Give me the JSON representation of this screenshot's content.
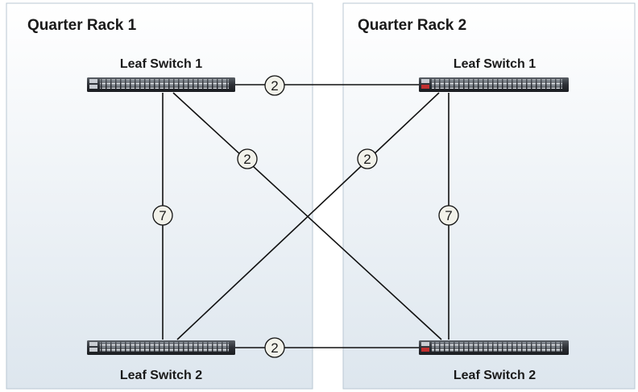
{
  "racks": [
    {
      "title": "Quarter Rack 1"
    },
    {
      "title": "Quarter Rack 2"
    }
  ],
  "switches": {
    "r1_leaf1": {
      "label": "Leaf Switch 1"
    },
    "r1_leaf2": {
      "label": "Leaf Switch 2"
    },
    "r2_leaf1": {
      "label": "Leaf Switch 1"
    },
    "r2_leaf2": {
      "label": "Leaf Switch 2"
    }
  },
  "links": {
    "top": "2",
    "bottom": "2",
    "cross_r1_to_r2": "2",
    "cross_r2_to_r1": "2",
    "rack1_vertical": "7",
    "rack2_vertical": "7"
  },
  "colors": {
    "panel_top": "#ffffff",
    "panel_bottom": "#dfe7ee",
    "panel_border": "#b9c7d3",
    "line": "#111111",
    "badge_fill": "#f2f2ea"
  }
}
